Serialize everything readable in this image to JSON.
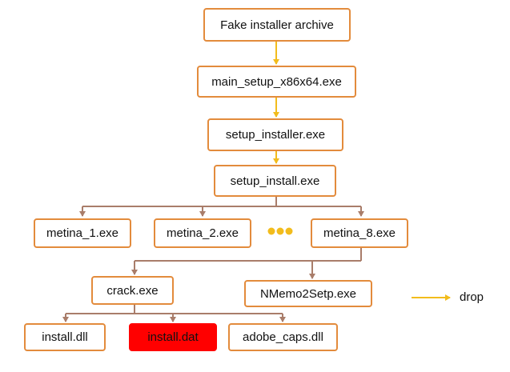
{
  "nodes": {
    "archive": "Fake installer archive",
    "main_setup": "main_setup_x86x64.exe",
    "setup_installer": "setup_installer.exe",
    "setup_install": "setup_install.exe",
    "metina_1": "metina_1.exe",
    "metina_2": "metina_2.exe",
    "metina_8": "metina_8.exe",
    "crack": "crack.exe",
    "nmemo": "NMemo2Setp.exe",
    "install_dll": "install.dll",
    "install_dat": "install.dat",
    "adobe_caps": "adobe_caps.dll"
  },
  "legend": {
    "drop_label": "drop"
  },
  "colors": {
    "box_border": "#e38b3c",
    "drop_arrow": "#f2bc1c",
    "tree_line": "#a97d6a",
    "ellipsis_dots": "#f2bc1c",
    "highlight": "#ff0000"
  }
}
